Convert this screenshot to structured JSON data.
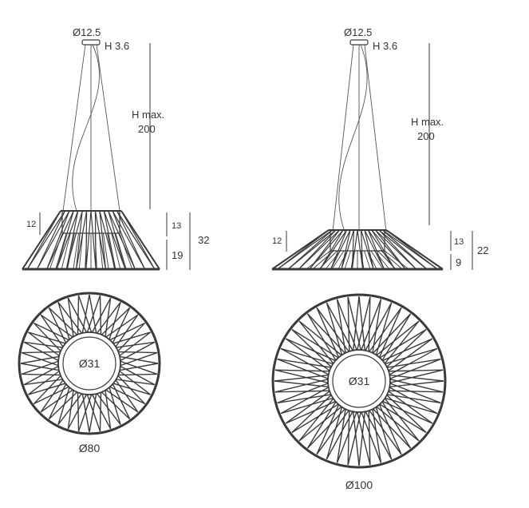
{
  "colors": {
    "line": "#3a3a3a",
    "wire": "#555555",
    "text": "#333333",
    "background": "#ffffff"
  },
  "lamp_small": {
    "canopy_diameter": "Ø12.5",
    "canopy_height": "H 3.6",
    "max_height_line1": "H max.",
    "max_height_line2": "200",
    "collar_height": "12",
    "upper_height": "13",
    "lower_height": "19",
    "total_height": "32",
    "inner_diameter": "Ø31",
    "outer_diameter": "Ø80"
  },
  "lamp_large": {
    "canopy_diameter": "Ø12.5",
    "canopy_height": "H 3.6",
    "max_height_line1": "H max.",
    "max_height_line2": "200",
    "collar_height": "12",
    "upper_height": "13",
    "lower_height": "9",
    "total_height": "22",
    "inner_diameter": "Ø31",
    "outer_diameter": "Ø100"
  }
}
